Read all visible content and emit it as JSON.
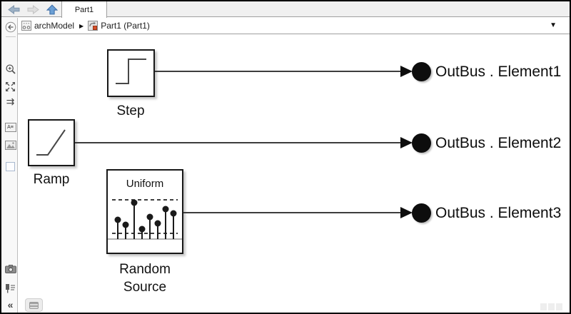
{
  "tab_bar": {
    "active_tab": "Part1"
  },
  "breadcrumb": {
    "model_label": "archModel",
    "separator": "▶",
    "current_label": "Part1 (Part1)",
    "dropdown_glyph": "▼"
  },
  "palette": {
    "double_arrow_glyph": "⇉",
    "annotation_glyph": "A≡",
    "collapse_glyph": "«"
  },
  "canvas": {
    "blocks": {
      "step": {
        "label": "Step"
      },
      "ramp": {
        "label": "Ramp"
      },
      "random_source": {
        "label": "Random Source",
        "distribution": "Uniform"
      }
    },
    "outports": [
      {
        "label": "OutBus . Element1"
      },
      {
        "label": "OutBus . Element2"
      },
      {
        "label": "OutBus . Element3"
      }
    ]
  },
  "colors": {
    "accent_blue": "#5b8ec4",
    "muted_blue": "#9db1c5",
    "signal_line": "#3d3d3d",
    "port_fill": "#0d0d0d"
  }
}
